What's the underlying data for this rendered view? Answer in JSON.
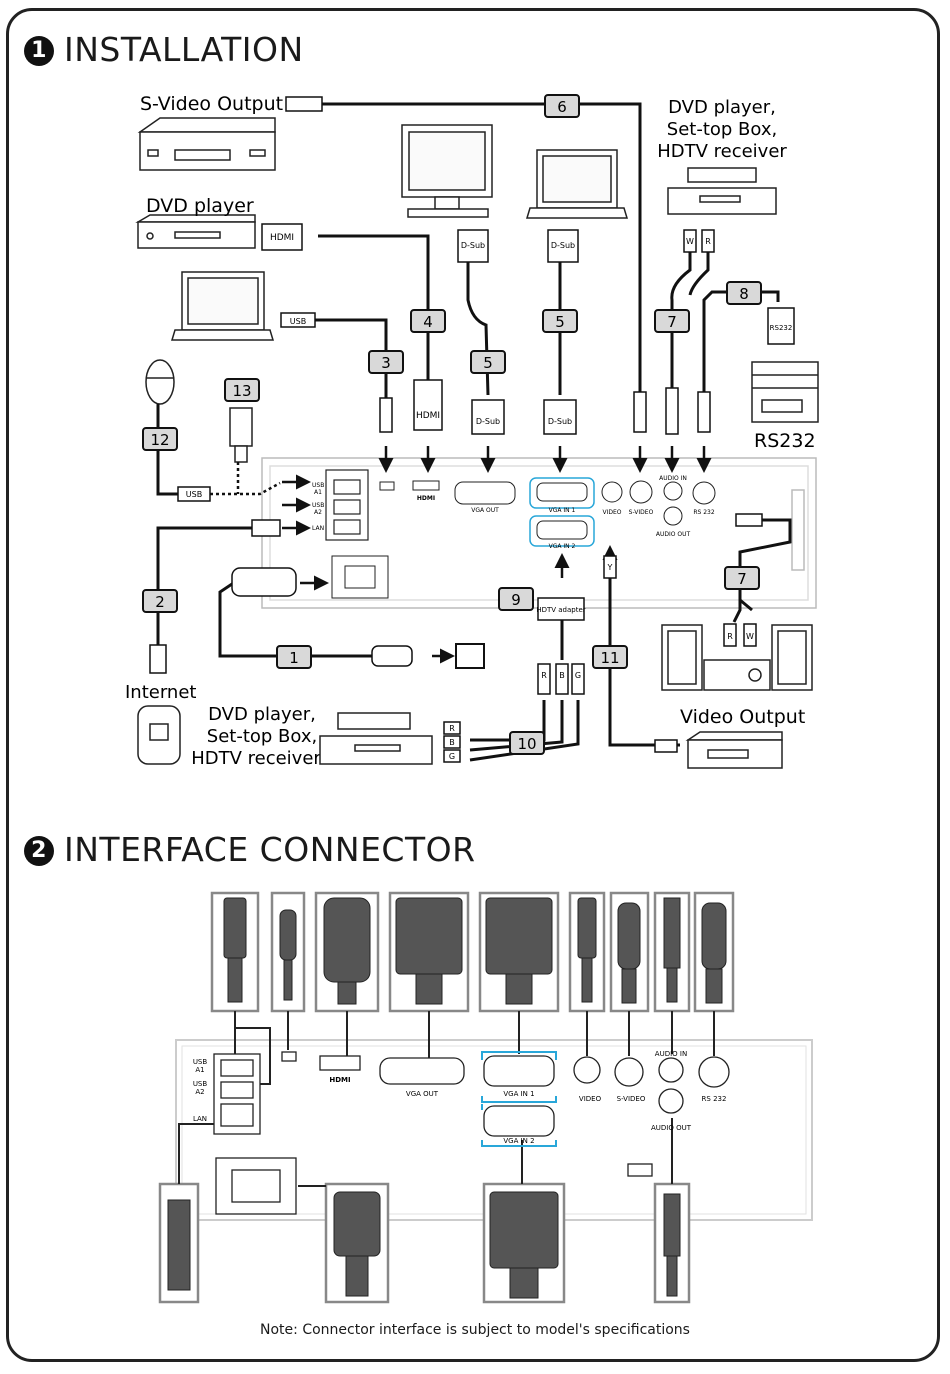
{
  "sections": {
    "installation": {
      "number": "1",
      "title": "INSTALLATION"
    },
    "interface": {
      "number": "2",
      "title": "INTERFACE CONNECTOR"
    }
  },
  "devices": {
    "svideo_output": "S-Video Output",
    "dvd_player": "DVD player",
    "dvd_settop_hdtv_l1": "DVD player,",
    "dvd_settop_hdtv_l2": "Set-top Box,",
    "dvd_settop_hdtv_l3": "HDTV receiver",
    "internet": "Internet",
    "rs232": "RS232",
    "video_output": "Video Output"
  },
  "cable_numbers": [
    "1",
    "2",
    "3",
    "4",
    "5",
    "5",
    "6",
    "7",
    "7",
    "8",
    "9",
    "10",
    "11",
    "12",
    "13"
  ],
  "connector_labels": {
    "usb": "USB",
    "hdmi": "HDMI",
    "dsub": "D-Sub",
    "rs232_small": "RS232",
    "hdtv_adapter": "HDTV adapter",
    "r": "R",
    "w": "W",
    "b": "B",
    "g": "G",
    "y": "Y"
  },
  "panel_labels": {
    "usb_a1_l1": "USB",
    "usb_a1_l2": "A1",
    "usb_a2_l1": "USB",
    "usb_a2_l2": "A2",
    "lan": "LAN",
    "hdmi_logo": "HDMI",
    "vga_out": "VGA OUT",
    "vga_in_1": "VGA IN 1",
    "vga_in_2": "VGA IN 2",
    "video": "VIDEO",
    "s_video": "S-VIDEO",
    "audio_in": "AUDIO IN",
    "audio_out": "AUDIO OUT",
    "rs232": "RS 232"
  },
  "note": "Note: Connector interface is subject to model's specifications"
}
